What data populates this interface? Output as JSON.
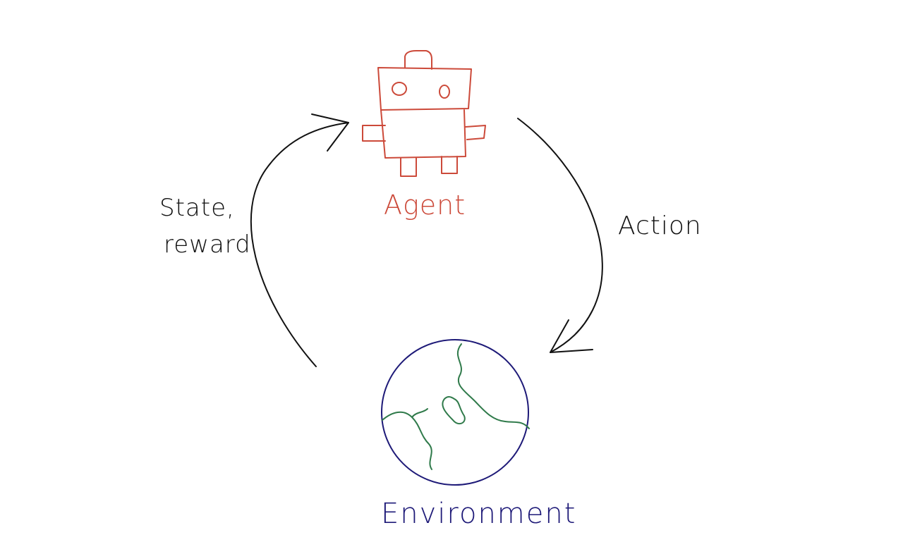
{
  "labels": {
    "agent": "Agent",
    "action": "Action",
    "state_line1": "State,",
    "state_line2": "reward",
    "environment": "Environment"
  },
  "colors": {
    "agent": "#cc4a3a",
    "environment_outline": "#1e1a78",
    "land": "#2f7a4a",
    "arrow": "#111111",
    "text": "#111111"
  },
  "icons": {
    "agent": "robot-icon",
    "environment": "globe-icon"
  }
}
